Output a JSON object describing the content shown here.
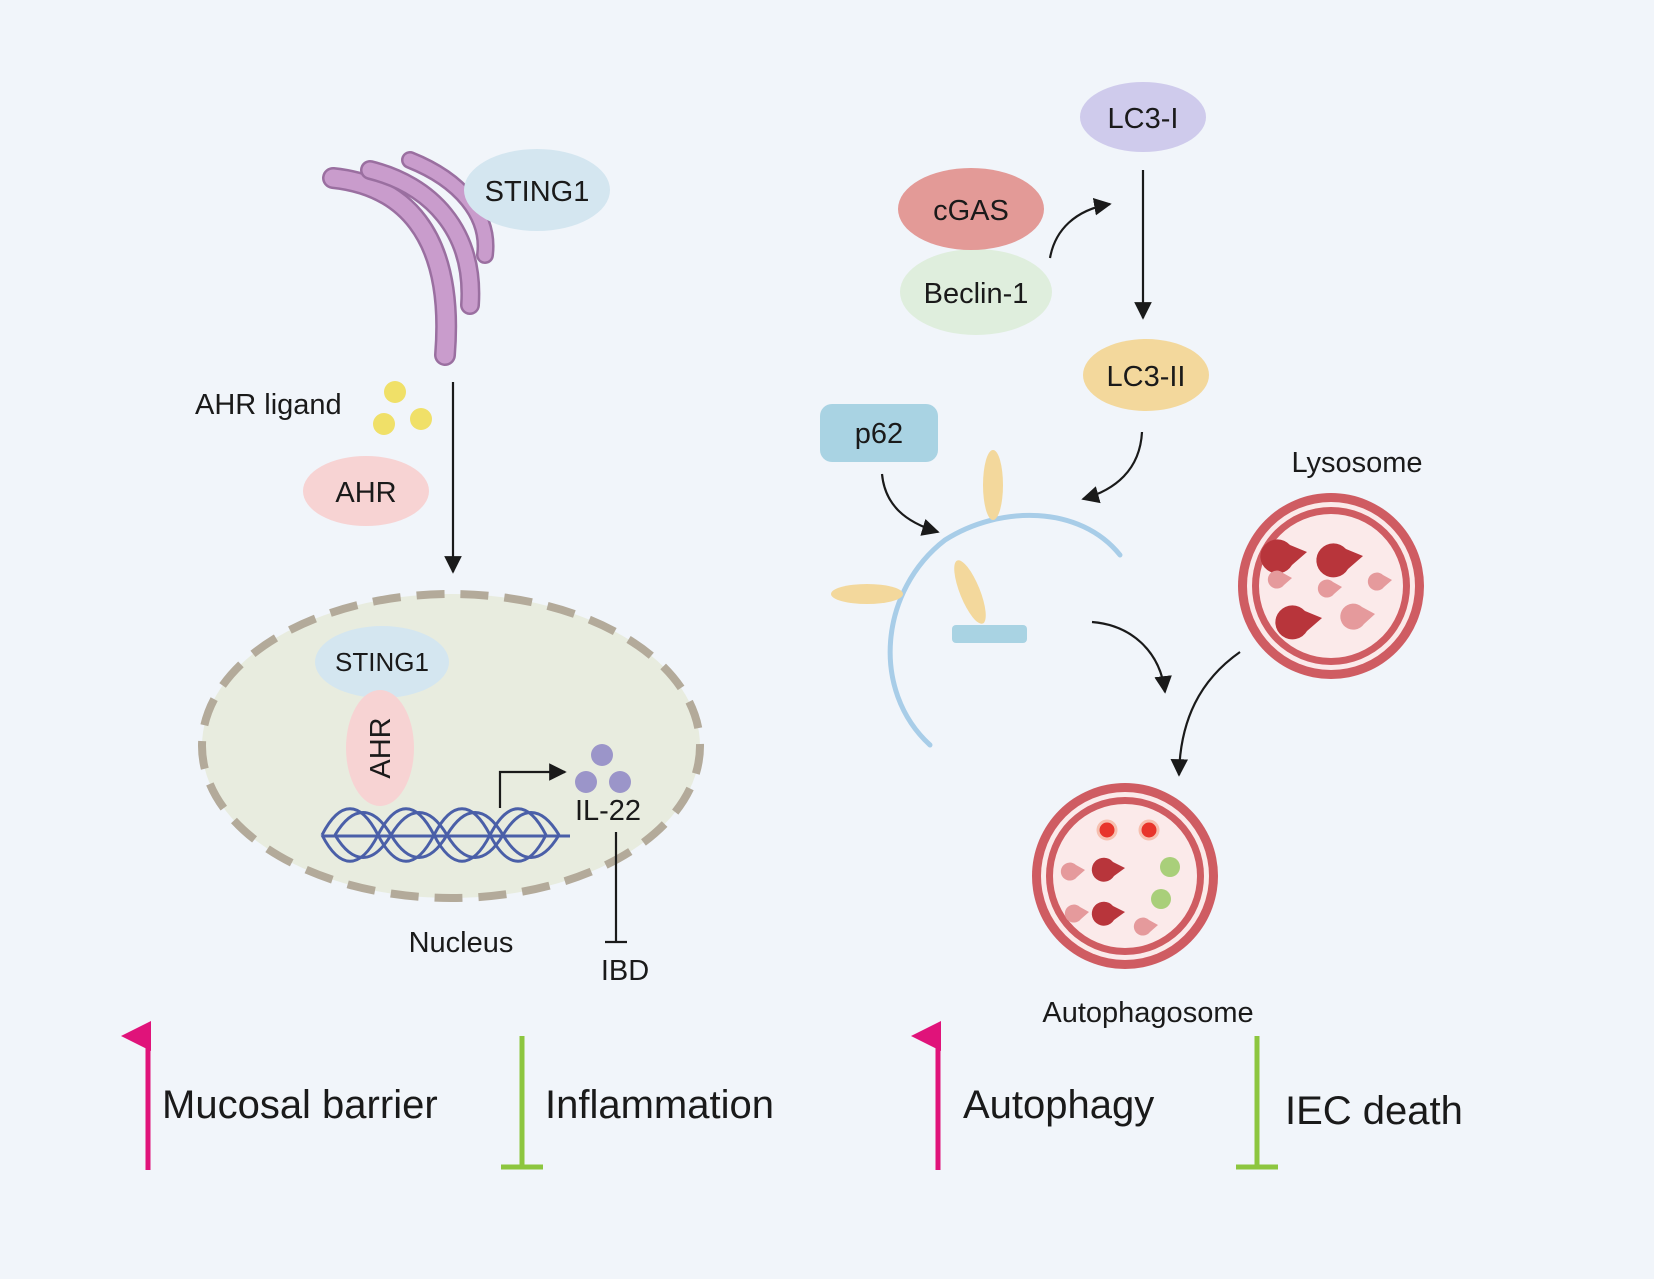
{
  "colors": {
    "background": "#f1f5fa",
    "up_arrow": "#e0137a",
    "inhibit_bar": "#8dc63f",
    "sting1": "#d4e6f0",
    "ahr": "#f7d3d3",
    "ahr_ligand": "#f0e068",
    "golgi": "#c99ccc",
    "nucleus_fill": "#e8ecdf",
    "nucleus_border": "#b3aa9a",
    "dna": "#4a5fa8",
    "il22_dots": "#9b95c9",
    "lc3_i": "#cfcbec",
    "cgas": "#e39a97",
    "beclin": "#dfeedd",
    "lc3_ii": "#f3d89c",
    "p62": "#a9d3e3",
    "phagophore": "#a8cde8",
    "lysosome": "#cf5c62",
    "lysosome_inner": "#fbeaea"
  },
  "left_panel": {
    "sting1_golgi_label": "STING1",
    "ahr_ligand_label": "AHR ligand",
    "ahr_label": "AHR",
    "nucleus_sting1_label": "STING1",
    "nucleus_ahr_label": "AHR",
    "il22_label": "IL-22",
    "nucleus_label": "Nucleus",
    "ibd_label": "IBD"
  },
  "right_panel": {
    "lc3_i_label": "LC3-I",
    "cgas_label": "cGAS",
    "beclin_label": "Beclin-1",
    "lc3_ii_label": "LC3-II",
    "p62_label": "p62",
    "lysosome_label": "Lysosome",
    "autophagosome_label": "Autophagosome"
  },
  "legend": {
    "mucosal_barrier": "Mucosal barrier",
    "inflammation": "Inflammation",
    "autophagy": "Autophagy",
    "iec_death": "IEC death"
  }
}
